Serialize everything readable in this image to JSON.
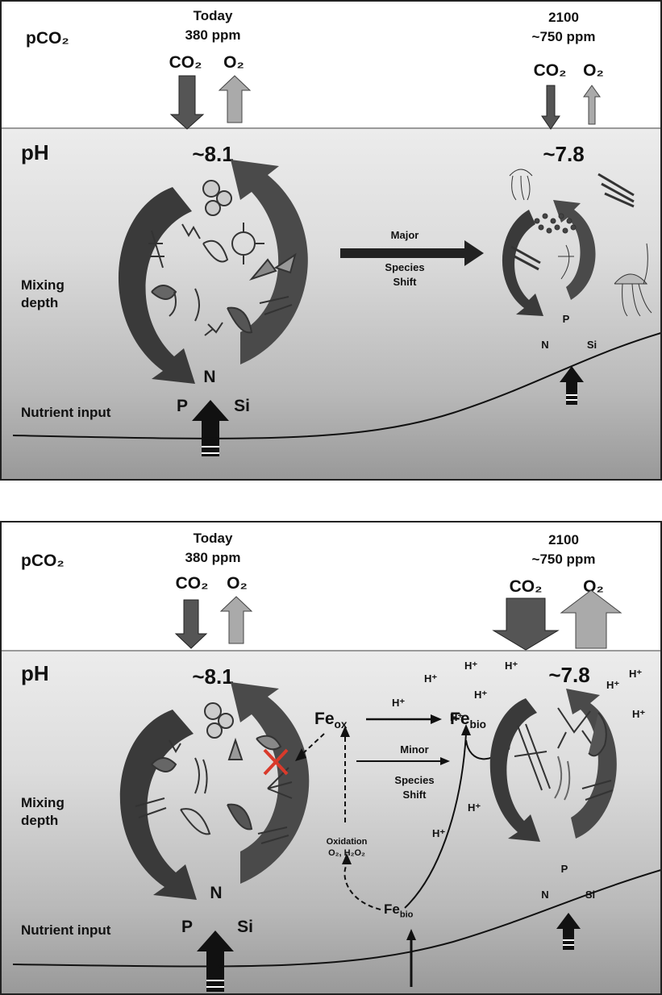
{
  "top": {
    "pco2_label": "pCO₂",
    "today": {
      "title": "Today",
      "ppm": "380 ppm",
      "co2": "CO₂",
      "o2": "O₂",
      "ph": "~8.1"
    },
    "future": {
      "title": "2100",
      "ppm": "~750 ppm",
      "co2": "CO₂",
      "o2": "O₂",
      "ph": "~7.8"
    },
    "ph_label": "pH",
    "mixing_label": "Mixing",
    "mixing_label2": "depth",
    "nutrient_label": "Nutrient input",
    "shift": {
      "line1": "Major",
      "line2": "Species",
      "line3": "Shift"
    },
    "nutrients_today": {
      "n": "N",
      "p": "P",
      "si": "Si"
    },
    "nutrients_future": {
      "n": "N",
      "p": "P",
      "si": "Si"
    }
  },
  "bottom": {
    "pco2_label": "pCO₂",
    "today": {
      "title": "Today",
      "ppm": "380 ppm",
      "co2": "CO₂",
      "o2": "O₂",
      "ph": "~8.1"
    },
    "future": {
      "title": "2100",
      "ppm": "~750 ppm",
      "co2": "CO₂",
      "o2": "O₂",
      "ph": "~7.8"
    },
    "ph_label": "pH",
    "mixing_label": "Mixing",
    "mixing_label2": "depth",
    "nutrient_label": "Nutrient input",
    "shift": {
      "line1": "Minor",
      "line2": "Species",
      "line3": "Shift"
    },
    "fe_ox": "Fe",
    "fe_ox_sub": "ox",
    "fe_bio": "Fe",
    "fe_bio_sub": "bio",
    "fe_bio_bottom": "Fe",
    "fe_bio_bottom_sub": "bio",
    "oxidation": "Oxidation",
    "oxidants": "O₂, H₂O₂",
    "h_plus": "H⁺",
    "nutrients_today": {
      "n": "N",
      "p": "P",
      "si": "Si"
    },
    "nutrients_future": {
      "n": "N",
      "p": "P",
      "si": "Si"
    },
    "colors": {
      "inhibition_x": "#d93a2b"
    }
  }
}
